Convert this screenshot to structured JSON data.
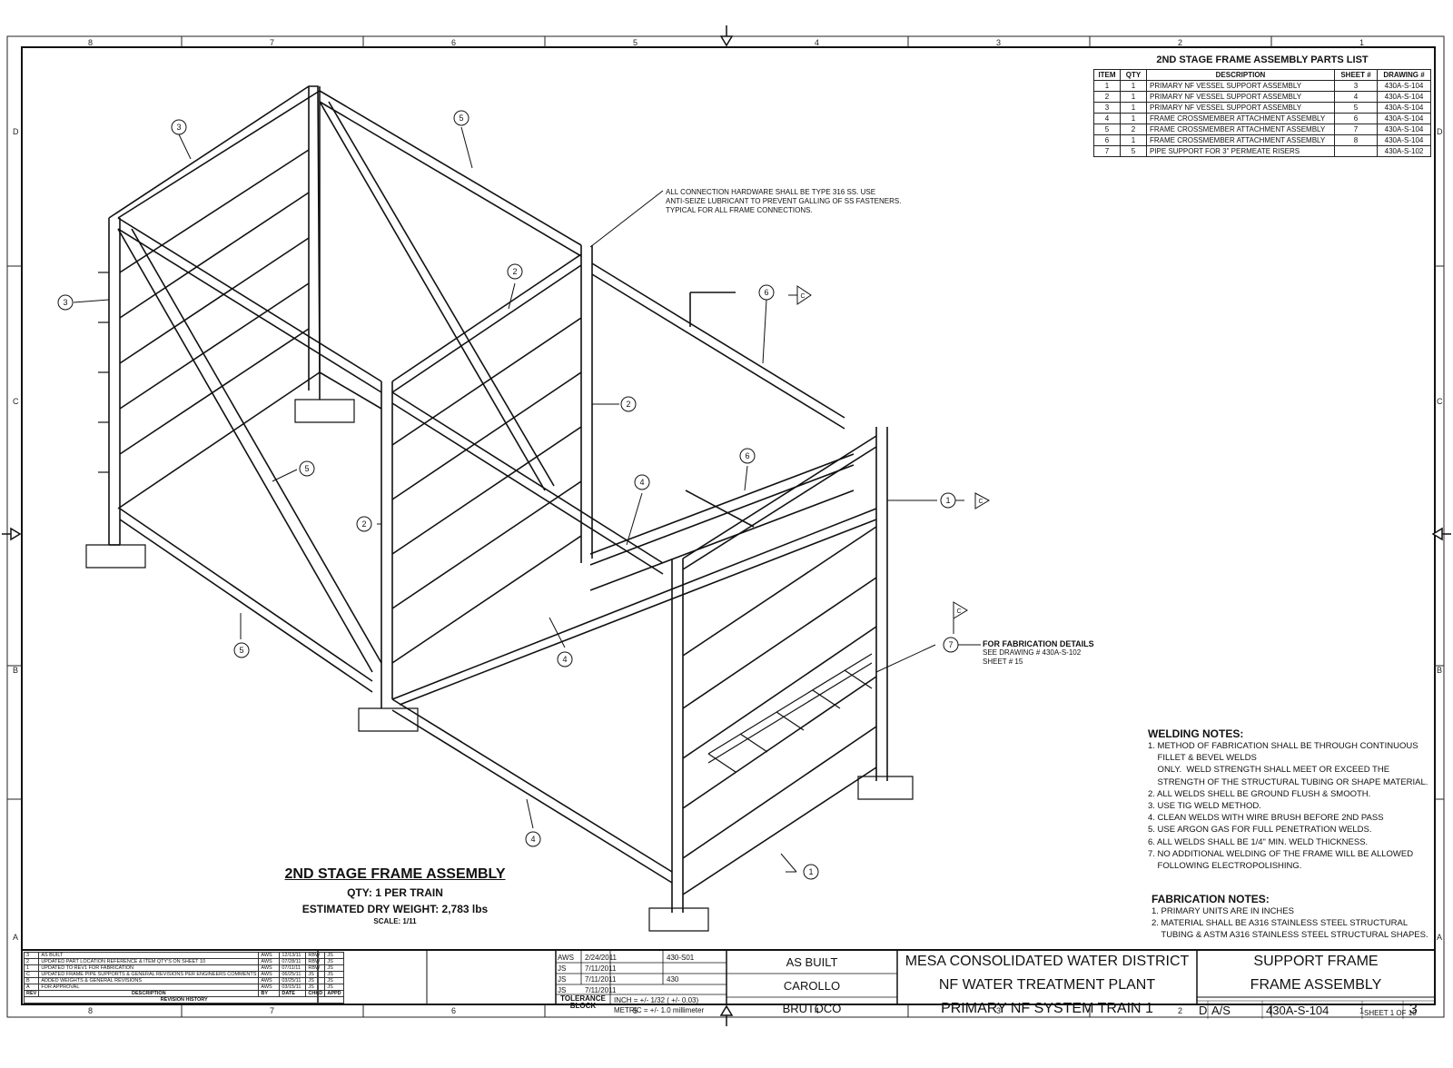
{
  "border": {
    "top_zones": [
      "8",
      "7",
      "6",
      "5",
      "4",
      "3",
      "2",
      "1"
    ],
    "bottom_zones": [
      "8",
      "7",
      "6",
      "5",
      "4",
      "3",
      "2",
      "1"
    ],
    "side_zones": [
      "D",
      "C",
      "B",
      "A"
    ]
  },
  "parts_list": {
    "title": "2ND STAGE FRAME ASSEMBLY PARTS LIST",
    "headers": [
      "ITEM",
      "QTY",
      "DESCRIPTION",
      "SHEET #",
      "DRAWING #"
    ],
    "rows": [
      [
        "1",
        "1",
        "PRIMARY NF VESSEL SUPPORT ASSEMBLY",
        "3",
        "430A-S-104"
      ],
      [
        "2",
        "1",
        "PRIMARY NF VESSEL SUPPORT ASSEMBLY",
        "4",
        "430A-S-104"
      ],
      [
        "3",
        "1",
        "PRIMARY NF VESSEL SUPPORT ASSEMBLY",
        "5",
        "430A-S-104"
      ],
      [
        "4",
        "1",
        "FRAME CROSSMEMBER ATTACHMENT ASSEMBLY",
        "6",
        "430A-S-104"
      ],
      [
        "5",
        "2",
        "FRAME CROSSMEMBER ATTACHMENT ASSEMBLY",
        "7",
        "430A-S-104"
      ],
      [
        "6",
        "1",
        "FRAME CROSSMEMBER ATTACHMENT ASSEMBLY",
        "8",
        "430A-S-104"
      ],
      [
        "7",
        "5",
        "PIPE SUPPORT FOR 3\" PERMEATE RISERS",
        "",
        "430A-S-102"
      ]
    ]
  },
  "hardware_note": [
    "ALL CONNECTION HARDWARE SHALL BE TYPE 316 SS. USE",
    "ANTI-SEIZE LUBRICANT TO PREVENT GALLING OF SS FASTENERS.",
    "TYPICAL FOR ALL FRAME CONNECTIONS."
  ],
  "fabrication_callout": {
    "title": "FOR FABRICATION DETAILS",
    "lines": [
      "SEE DRAWING # 430A-S-102",
      "SHEET # 15"
    ]
  },
  "balloons": {
    "b1": "1",
    "b2": "2",
    "b3": "3",
    "b4": "4",
    "b5": "5",
    "b6": "6",
    "b7": "7",
    "delta": "C"
  },
  "welding_notes": {
    "title": "WELDING NOTES:",
    "lines": [
      "1. METHOD OF FABRICATION SHALL BE THROUGH CONTINUOUS",
      "    FILLET & BEVEL WELDS",
      "    ONLY.  WELD STRENGTH SHALL MEET OR EXCEED THE",
      "    STRENGTH OF THE STRUCTURAL TUBING OR SHAPE MATERIAL.",
      "2. ALL WELDS SHELL BE GROUND FLUSH & SMOOTH.",
      "3. USE TIG WELD METHOD.",
      "4. CLEAN WELDS WITH WIRE BRUSH BEFORE 2ND PASS",
      "5. USE ARGON GAS FOR FULL PENETRATION WELDS.",
      "6. ALL WELDS SHALL BE 1/4\" MIN. WELD THICKNESS.",
      "7. NO ADDITIONAL WELDING OF THE FRAME WILL BE ALLOWED",
      "    FOLLOWING ELECTROPOLISHING."
    ]
  },
  "fabrication_notes": {
    "title": "FABRICATION NOTES:",
    "lines": [
      "1. PRIMARY UNITS ARE IN INCHES",
      "2. MATERIAL SHALL BE A316 STAINLESS STEEL STRUCTURAL",
      "    TUBING & ASTM A316 STAINLESS STEEL STRUCTURAL SHAPES."
    ]
  },
  "assembly": {
    "title": "2ND STAGE FRAME ASSEMBLY",
    "qty": "QTY: 1 PER TRAIN",
    "weight": "ESTIMATED DRY WEIGHT: 2,783 lbs",
    "scale": "SCALE: 1/11"
  },
  "revision_history": {
    "rows": [
      [
        "3",
        "AS BUILT",
        "AWS",
        "12/13/11",
        "RBW",
        "JS"
      ],
      [
        "2",
        "UPDATED PART LOCATION REFERENCE & ITEM QTY'S ON SHEET 10",
        "AWS",
        "07/28/11",
        "RBW",
        "JS"
      ],
      [
        "1",
        "UPDATED TO REV1 FOR FABRICATION",
        "AWS",
        "07/11/11",
        "RBW",
        "JS"
      ],
      [
        "C",
        "UPDATED FRAME PIPE SUPPORTS & GENERAL REVISIONS PER ENGINEERS COMMENTS",
        "AWS",
        "06/25/11",
        "JS",
        "JS"
      ],
      [
        "B",
        "ADDED WEIGHTS & GENERAL REVISIONS",
        "AWS",
        "03/25/11",
        "JS",
        "JS"
      ],
      [
        "A",
        "FOR APPROVAL",
        "AWS",
        "03/15/11",
        "JS",
        "JS"
      ]
    ],
    "headers": [
      "REV",
      "DESCRIPTION",
      "BY",
      "DATE",
      "CHKD",
      "APPD"
    ],
    "footer": "REVISION HISTORY"
  },
  "title_block": {
    "drawn_initials": "AWS",
    "checked_initials": "JS",
    "eng_initials": "JS",
    "mfg_initials": "JS",
    "dates": [
      "2/24/2011",
      "7/11/2011",
      "7/11/2011",
      "7/11/2011"
    ],
    "job_no": "430-S01",
    "job_no_2": "430",
    "tolerance_label": "TOLERANCE BLOCK",
    "inch_tol": "INCH = +/- 1/32 ( +/- 0.03)",
    "metric_tol": "METRIC = +/- 1.0 millimeter",
    "status": "AS BUILT",
    "engineer": "CAROLLO",
    "contractor": "BRUTOCO",
    "project_lines": [
      "MESA CONSOLIDATED WATER DISTRICT",
      "NF WATER TREATMENT PLANT",
      "PRIMARY NF SYSTEM TRAIN 1"
    ],
    "title_lines": [
      "SUPPORT FRAME",
      "FRAME ASSEMBLY"
    ],
    "size": "D",
    "scale": "A/S",
    "dwg_no": "430A-S-104",
    "sheet": "SHEET 1  OF 10",
    "rev": "3"
  }
}
